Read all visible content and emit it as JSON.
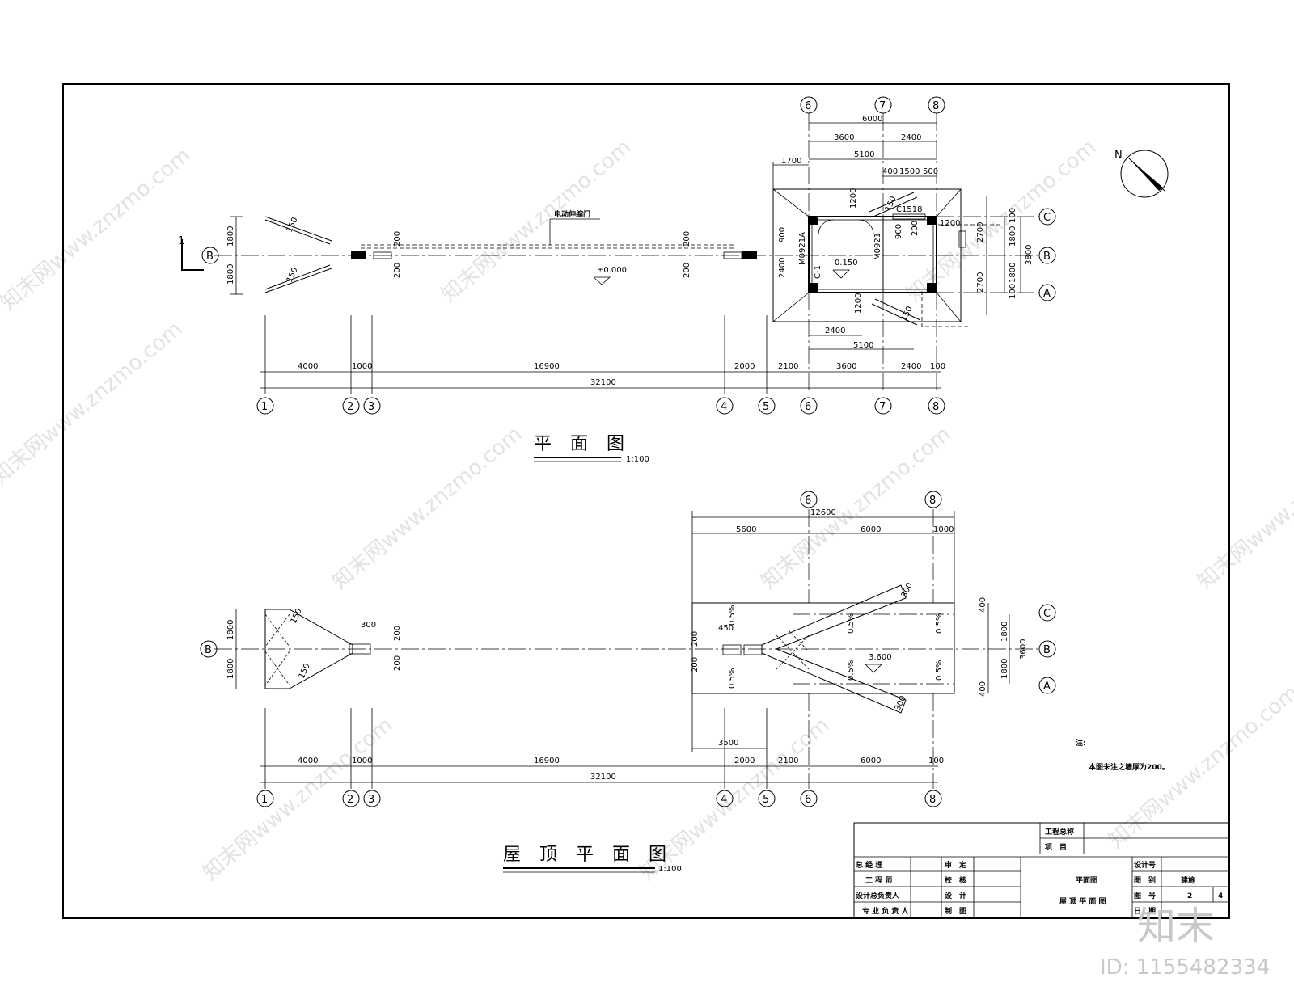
{
  "plan": {
    "title": "平 面 图",
    "scale": "1:100",
    "gate_label": "电动伸缩门",
    "ground_level": "±0.000",
    "room_level": "0.150",
    "window_c1": "C-1",
    "window_c1518": "C1518",
    "door_left": "M0921A",
    "door_right": "M0921",
    "section_mark": "1",
    "bottom_dims": [
      "4000",
      "1000",
      "16900",
      "2000",
      "2100",
      "3600",
      "2400",
      "100"
    ],
    "bottom_total": "32100",
    "top_dims": {
      "total": "6000",
      "a": "3600",
      "b": "2400",
      "c": "5100",
      "d": "1700",
      "e": "400",
      "f": "1500",
      "g": "500"
    },
    "left_dims": [
      "1800",
      "1800"
    ],
    "right_dims": [
      "100",
      "1800",
      "1800",
      "100",
      "3800",
      "2700",
      "2700",
      "1200"
    ],
    "inner_dims": [
      "1200",
      "900",
      "2400",
      "900",
      "200",
      "1200",
      "2400",
      "5100",
      "200",
      "200",
      "200",
      "200"
    ],
    "gate_sizes": [
      "150",
      "150",
      "150",
      "150"
    ]
  },
  "roof": {
    "title": "屋 顶 平 面 图",
    "scale": "1:100",
    "level": "3.600",
    "slopes": [
      "0.5%",
      "0.5%",
      "0.5%",
      "0.5%",
      "0.5%",
      "0.5%"
    ],
    "bottom_dims": [
      "4000",
      "1000",
      "16900",
      "2000",
      "2100",
      "6000",
      "100"
    ],
    "bottom_total": "32100",
    "top_dims": [
      "12600",
      "5600",
      "6000",
      "1000"
    ],
    "small_dims": [
      "300",
      "200",
      "200",
      "450",
      "200",
      "200",
      "3500",
      "150",
      "150",
      "300",
      "300"
    ],
    "right_dims": [
      "400",
      "1800",
      "1800",
      "400",
      "3600"
    ],
    "left_dims": [
      "1800",
      "1800"
    ]
  },
  "axes": [
    "1",
    "2",
    "3",
    "4",
    "5",
    "6",
    "7",
    "8",
    "A",
    "B",
    "C"
  ],
  "north": "N",
  "note": {
    "label": "注:",
    "text": "本图未注之墙厚为200。"
  },
  "title_block": {
    "project_general": "工程总称",
    "project_item": "项　目",
    "row_labels": [
      "总 经 理",
      "工 程 师",
      "设计总负责人",
      "专 业 负 责 人"
    ],
    "row_labels2": [
      "审　定",
      "校　核",
      "设　计",
      "制　图"
    ],
    "drawing_names": [
      "平面图",
      "屋 顶 平 面 图"
    ],
    "design_no": "设计号",
    "drawing_type_label": "图　别",
    "drawing_type": "建施",
    "sheet_label": "图　号",
    "sheet_no": "2",
    "sheet_total": "4",
    "date_label": "日　期"
  },
  "watermark": "知末网www.znzmo.com",
  "brand": "知末",
  "image_id": "ID: 1155482334"
}
